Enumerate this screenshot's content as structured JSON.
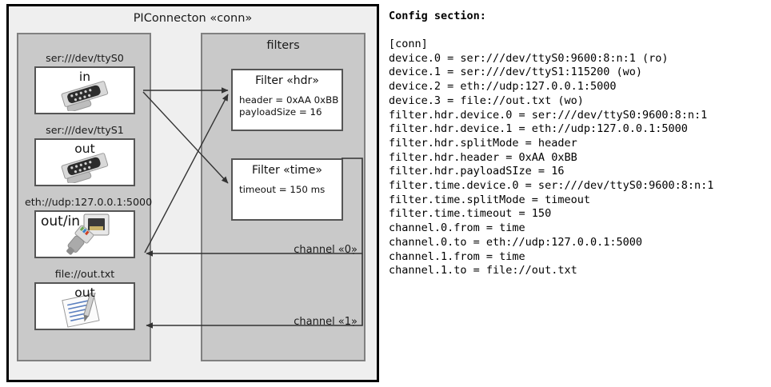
{
  "diagram": {
    "title": "PIConnecton «conn»",
    "devices_panel": {
      "groups": [
        {
          "label": "ser:///dev/ttyS0",
          "direction": "in",
          "icon": "serial-connector-icon"
        },
        {
          "label": "ser:///dev/ttyS1",
          "direction": "out",
          "icon": "serial-connector-icon"
        },
        {
          "label": "eth://udp:127.0.0.1:5000",
          "direction": "out/in",
          "icon": "network-plug-icon"
        },
        {
          "label": "file://out.txt",
          "direction": "out",
          "icon": "text-document-icon"
        }
      ]
    },
    "filters_panel": {
      "title": "filters",
      "filters": [
        {
          "title": "Filter «hdr»",
          "attrs": [
            "header = 0xAA 0xBB",
            "payloadSize = 16"
          ]
        },
        {
          "title": "Filter «time»",
          "attrs": [
            "timeout = 150 ms"
          ]
        }
      ],
      "channels": [
        {
          "label": "channel «0»"
        },
        {
          "label": "channel «1»"
        }
      ]
    },
    "colors": {
      "frame_border": "#000000",
      "frame_fill": "#efefef",
      "panel_fill": "#c9c9c9",
      "panel_border": "#808080",
      "box_fill": "#ffffff",
      "box_border": "#555555",
      "edge": "#333333"
    }
  },
  "config": {
    "heading": "Config section:",
    "lines": [
      "[conn]",
      "device.0 = ser:///dev/ttyS0:9600:8:n:1 (ro)",
      "device.1 = ser:///dev/ttyS1:115200 (wo)",
      "device.2 = eth://udp:127.0.0.1:5000",
      "device.3 = file://out.txt (wo)",
      "filter.hdr.device.0 = ser:///dev/ttyS0:9600:8:n:1",
      "filter.hdr.device.1 = eth://udp:127.0.0.1:5000",
      "filter.hdr.splitMode = header",
      "filter.hdr.header = 0xAA 0xBB",
      "filter.hdr.payloadSIze = 16",
      "filter.time.device.0 = ser:///dev/ttyS0:9600:8:n:1",
      "filter.time.splitMode = timeout",
      "filter.time.timeout = 150",
      "channel.0.from = time",
      "channel.0.to = eth://udp:127.0.0.1:5000",
      "channel.1.from = time",
      "channel.1.to = file://out.txt"
    ]
  }
}
